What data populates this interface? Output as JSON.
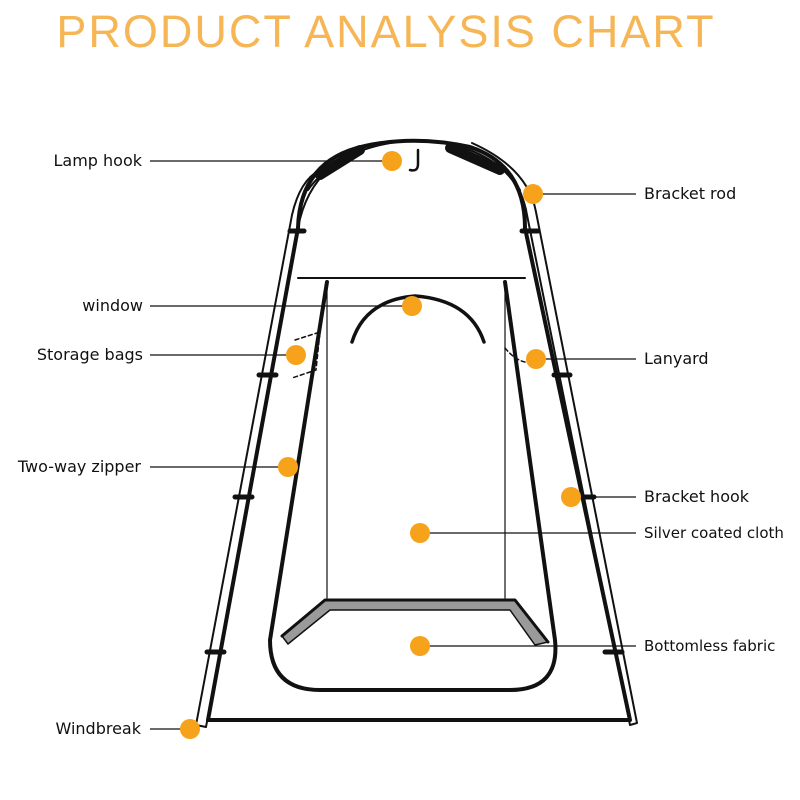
{
  "title": "PRODUCT ANALYSIS CHART",
  "colors": {
    "title": "#f6b655",
    "marker": "#f7a21b",
    "outline": "#111111"
  },
  "labels": {
    "left": [
      "Lamp hook",
      "window",
      "Storage bags",
      "Two-way zipper",
      "Windbreak"
    ],
    "right": [
      "Bracket rod",
      "Lanyard",
      "Bracket hook",
      "Silver coated cloth",
      "Bottomless fabric"
    ]
  }
}
